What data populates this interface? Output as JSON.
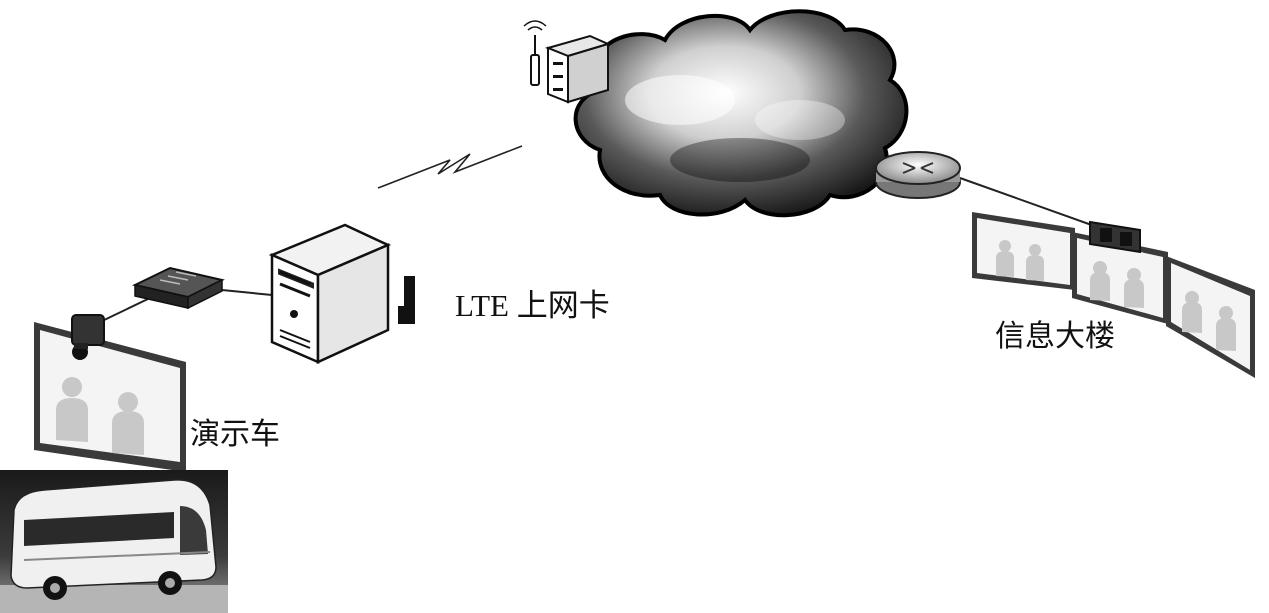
{
  "labels": {
    "lte_card": "LTE 上网卡",
    "demo_vehicle": "演示车",
    "info_building": "信息大楼"
  },
  "icons": {
    "cloud": "network-cloud-icon",
    "base_station": "base-station-icon",
    "router": "router-icon",
    "server": "server-icon",
    "switch": "switch-icon",
    "usb_modem": "lte-usb-modem-icon",
    "camera": "video-camera-icon",
    "bus": "bus-icon"
  },
  "colors": {
    "line": "#222222",
    "screen_frame": "#3a3a3a",
    "screen_bg": "#f4f4f4",
    "person": "#c8c8c8"
  }
}
